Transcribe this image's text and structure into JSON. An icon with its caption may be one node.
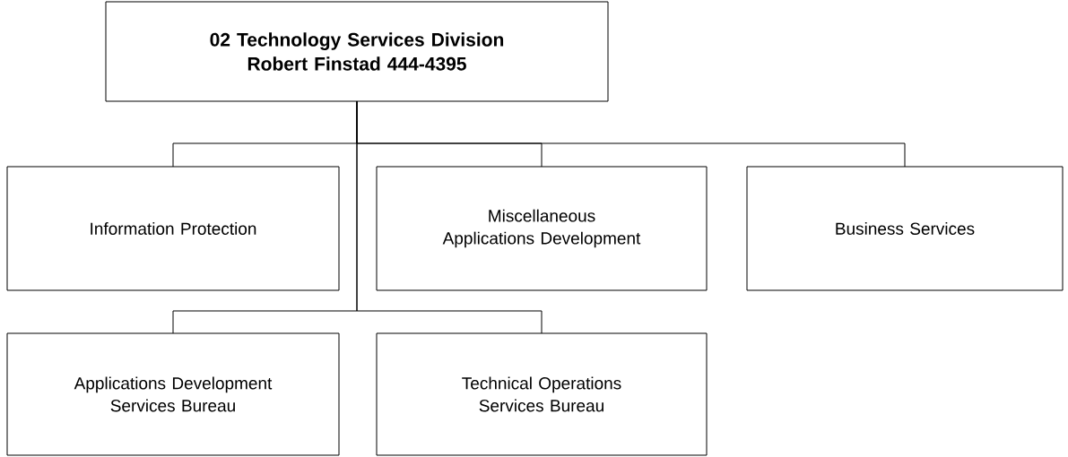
{
  "diagram": {
    "nodes": [
      {
        "text": [
          "02 Technology Services Division",
          "Robert Finstad 444-4395"
        ]
      },
      {
        "text": [
          "Information Protection"
        ]
      },
      {
        "text": [
          "Miscellaneous Applications Development"
        ]
      },
      {
        "text": [
          "Business Services"
        ]
      },
      {
        "text": [
          "Applications Development Services Bureau"
        ]
      },
      {
        "text": [
          "Technical Operations Services Bureau"
        ]
      }
    ],
    "edges": [
      {
        "from": 0,
        "to": 1,
        "arrow": "none"
      },
      {
        "from": 0,
        "to": 2,
        "arrow": "none"
      },
      {
        "from": 0,
        "to": 3,
        "arrow": "none"
      },
      {
        "from": 0,
        "to": 4,
        "arrow": "none"
      },
      {
        "from": 0,
        "to": 5,
        "arrow": "none"
      }
    ]
  }
}
